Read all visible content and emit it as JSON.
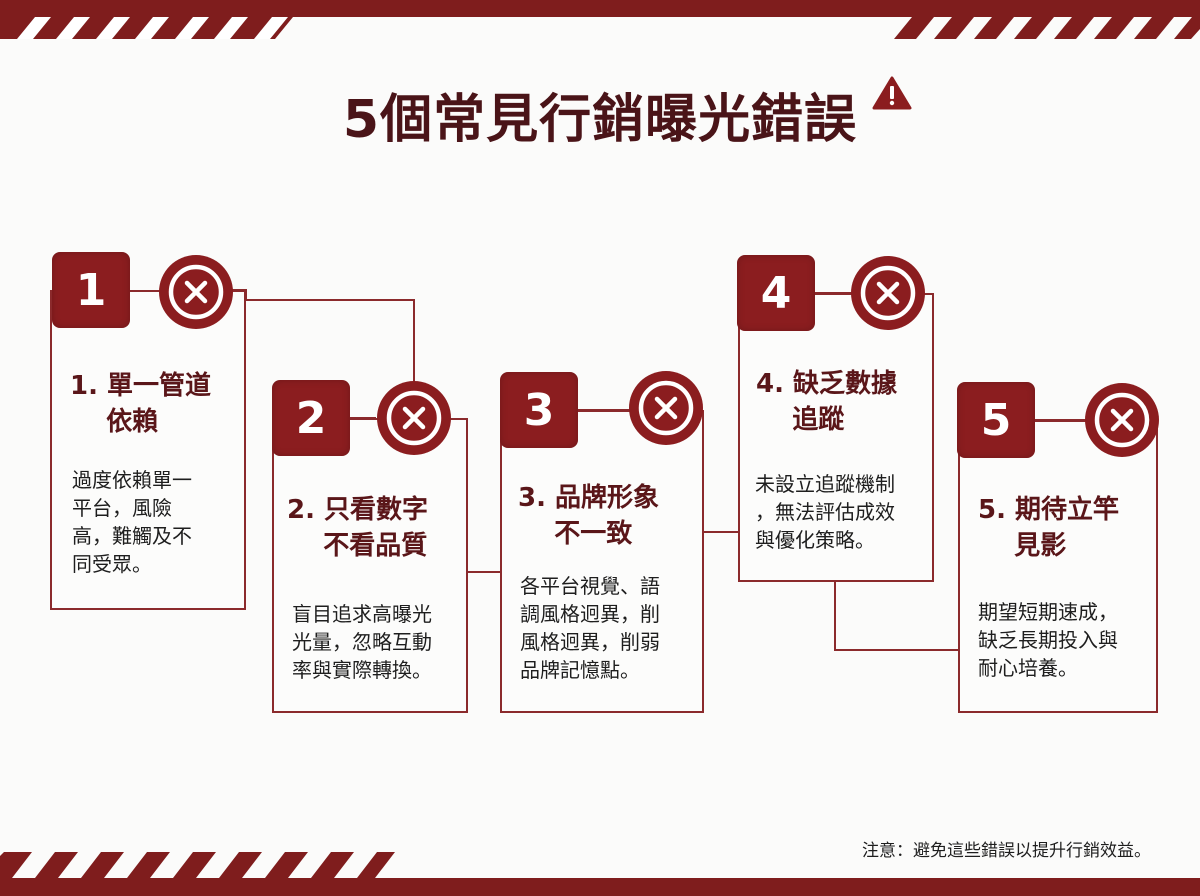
{
  "header": {
    "title": "5個常見行銷曝光錯誤",
    "warning_icon": "warning-triangle-icon"
  },
  "colors": {
    "primary": "#8b1d1f",
    "title_text": "#4a1418",
    "card_title_text": "#5a1619",
    "body_text": "#1e1e1e",
    "background": "#fbfbfa"
  },
  "steps": [
    {
      "number": "1",
      "icon": "x-circle-icon",
      "title": "1. 單一管道\n    依賴",
      "body": "過度依賴單一\n平台，風險\n高，難觸及不\n同受眾。"
    },
    {
      "number": "2",
      "icon": "x-circle-icon",
      "title": "2. 只看數字\n    不看品質",
      "body": "盲目追求高曝光\n光量，忽略互動\n率與實際轉換。"
    },
    {
      "number": "3",
      "icon": "x-circle-icon",
      "title": "3. 品牌形象\n    不一致",
      "body": "各平台視覺、語\n調風格迥異，削\n風格迥異，削弱\n品牌記憶點。"
    },
    {
      "number": "4",
      "icon": "x-circle-icon",
      "title": "4. 缺乏數據\n    追蹤",
      "body": "未設立追蹤機制\n，無法評估成效\n與優化策略。"
    },
    {
      "number": "5",
      "icon": "x-circle-icon",
      "title": "5. 期待立竿\n    見影",
      "body": "期望短期速成，\n缺乏長期投入與\n耐心培養。"
    }
  ],
  "footer": {
    "note": "注意：避免這些錯誤以提升行銷效益。"
  }
}
